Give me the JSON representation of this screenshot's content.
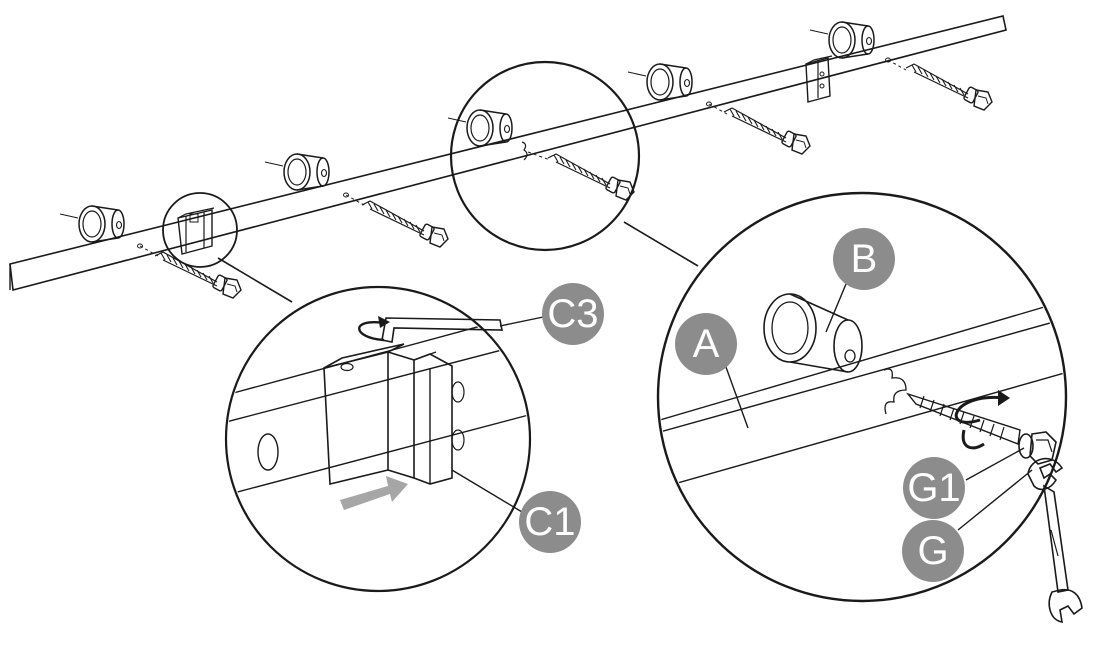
{
  "labels": {
    "A": "A",
    "B": "B",
    "C1": "C1",
    "C3": "C3",
    "G": "G",
    "G1": "G1"
  },
  "colors": {
    "line": "#1a1a1a",
    "label_fill": "#8c8c8c",
    "label_text": "#ffffff",
    "arrow": "#a6a6a6",
    "background": "#ffffff"
  },
  "parts": {
    "A": "rail",
    "B": "spacer",
    "C1": "rail-connector",
    "C3": "hex-key",
    "G": "lag-bolt",
    "G1": "washer"
  }
}
